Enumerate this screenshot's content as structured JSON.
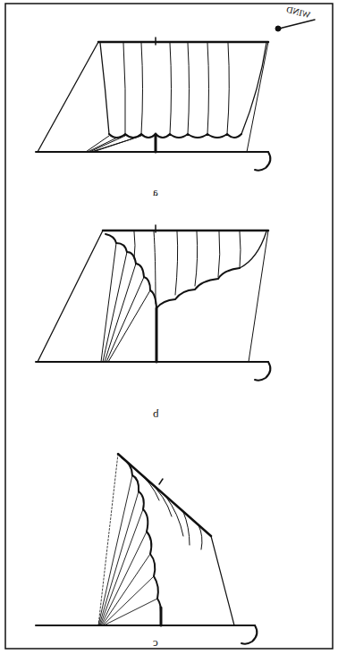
{
  "diagram": {
    "labels": [
      "WIND",
      "a",
      "b",
      "c"
    ]
  }
}
